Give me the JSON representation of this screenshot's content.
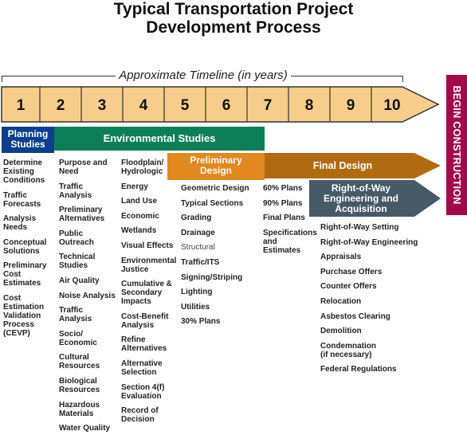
{
  "title_line1": "Typical Transportation Project",
  "title_line2": "Development Process",
  "timeline": {
    "label": "Approximate Timeline (in years)",
    "years": [
      "1",
      "2",
      "3",
      "4",
      "5",
      "6",
      "7",
      "8",
      "9",
      "10"
    ]
  },
  "begin_construction": "BEGIN CONSTRUCTION",
  "phases": {
    "planning": {
      "label_line1": "Planning",
      "label_line2": "Studies",
      "items": [
        "Determine Existing Conditions",
        "Traffic Forecasts",
        "Analysis Needs",
        "Conceptual Solutions",
        "Preliminary Cost Estimates",
        "Cost Estimation Validation Process (CEVP)"
      ]
    },
    "environmental": {
      "label": "Environmental Studies",
      "items_col1": [
        "Purpose and Need",
        "Traffic Analysis",
        "Preliminary Alternatives",
        "Public Outreach",
        "Technical Studies",
        "Air Quality",
        "Noise Analysis",
        "Traffic Analysis",
        "Socio/ Economic",
        "Cultural Resources",
        "Biological Resources",
        "Hazardous Materials",
        "Water Quality"
      ],
      "items_col2": [
        "Floodplain/ Hydrologic",
        "Energy",
        "Land Use",
        "Economic",
        "Wetlands",
        "Visual Effects",
        "Environmental Justice",
        "Cumulative & Secondary Impacts",
        "Cost-Benefit Analysis",
        "Refine Alternatives",
        "Alternative Selection",
        "Section 4(f) Evaluation",
        "Record of Decision"
      ]
    },
    "preliminary_design": {
      "label_line1": "Preliminary",
      "label_line2": "Design",
      "items": [
        "Geometric Design",
        "Typical Sections",
        "Grading",
        "Drainage",
        "Structural",
        "Traffic/ITS",
        "Signing/Striping",
        "Lighting",
        "Utilities",
        "30% Plans"
      ]
    },
    "final_design": {
      "label": "Final Design",
      "items": [
        "60% Plans",
        "90% Plans",
        "Final Plans",
        "Specifications and Estimates"
      ]
    },
    "row": {
      "label_line1": "Right-of-Way",
      "label_line2": "Engineering and",
      "label_line3": "Acquisition",
      "items": [
        "Right-of-Way Setting",
        "Right-of-Way Engineering",
        "Appraisals",
        "Purchase Offers",
        "Counter Offers",
        "Relocation",
        "Asbestos Clearing",
        "Demolition",
        "Condemnation (if necessary)",
        "Federal Regulations"
      ]
    }
  },
  "colors": {
    "timeline_fill": "#f6cd8b",
    "planning": "#0b3f8e",
    "environmental": "#0c7f59",
    "preliminary_design": "#e3881e",
    "final_design": "#b06b12",
    "row": "#465966",
    "begin_construction": "#a3094a"
  }
}
